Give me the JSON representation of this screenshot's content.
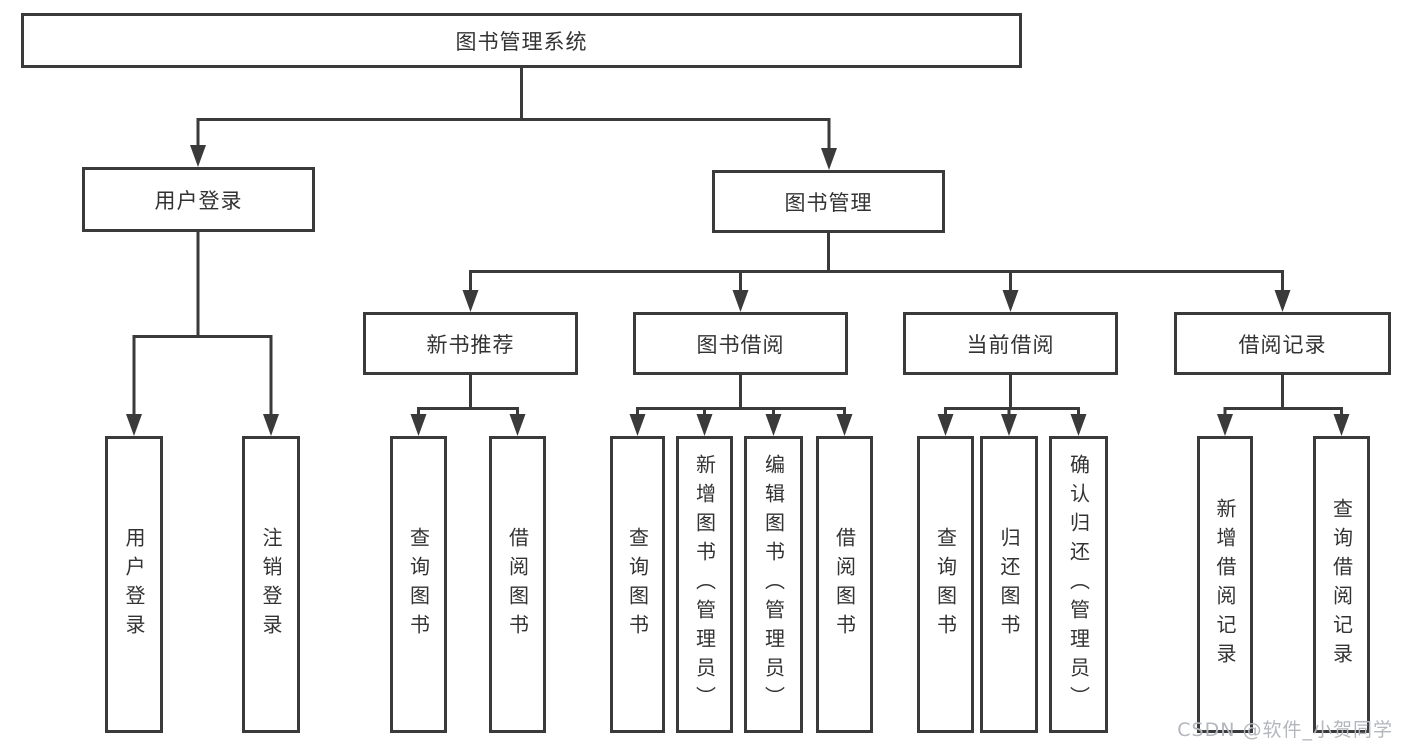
{
  "watermark": "CSDN @软件_小贺同学",
  "colors": {
    "line": "#3a3a3a",
    "text": "#333333",
    "watermark": "#b3b7bd",
    "background": "#ffffff"
  },
  "tree": {
    "root": "图书管理系统",
    "userLogin": {
      "label": "用户登录",
      "children": [
        "用户登录",
        "注销登录"
      ]
    },
    "bookManagement": {
      "label": "图书管理",
      "groups": [
        {
          "label": "新书推荐",
          "children": [
            "查询图书",
            "借阅图书"
          ]
        },
        {
          "label": "图书借阅",
          "children": [
            "查询图书",
            "新增图书（管理员）",
            "编辑图书（管理员）",
            "借阅图书"
          ]
        },
        {
          "label": "当前借阅",
          "children": [
            "查询图书",
            "归还图书",
            "确认归还（管理员）"
          ]
        },
        {
          "label": "借阅记录",
          "children": [
            "新增借阅记录",
            "查询借阅记录"
          ]
        }
      ]
    }
  }
}
